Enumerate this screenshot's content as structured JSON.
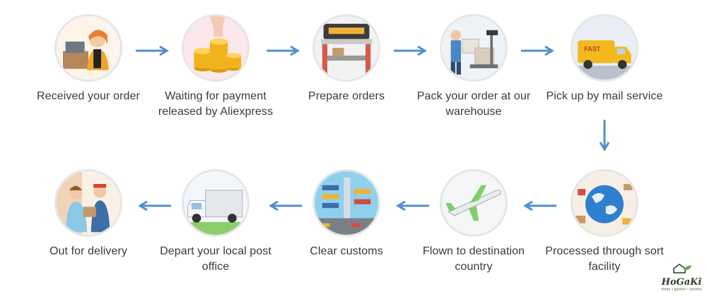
{
  "steps": [
    {
      "label": "Received your order",
      "icon": "customer-service-icon"
    },
    {
      "label": "Waiting for payment released by Aliexpress",
      "icon": "coins-icon"
    },
    {
      "label": "Prepare orders",
      "icon": "conveyor-icon"
    },
    {
      "label": "Pack your order at our warehouse",
      "icon": "packing-icon"
    },
    {
      "label": "Pick up by mail service",
      "icon": "delivery-van-icon"
    },
    {
      "label": "Processed through sort facility",
      "icon": "globe-icon"
    },
    {
      "label": "Flown to destination country",
      "icon": "airplane-icon"
    },
    {
      "label": "Clear customs",
      "icon": "port-icon"
    },
    {
      "label": "Depart your local post office",
      "icon": "truck-icon"
    },
    {
      "label": "Out for delivery",
      "icon": "courier-icon"
    }
  ],
  "logo": {
    "name": "HoGaKi",
    "tagline": "home • garden • kitchen"
  },
  "colors": {
    "arrow": "#4f8fd0",
    "label": "#3a3a3a"
  }
}
